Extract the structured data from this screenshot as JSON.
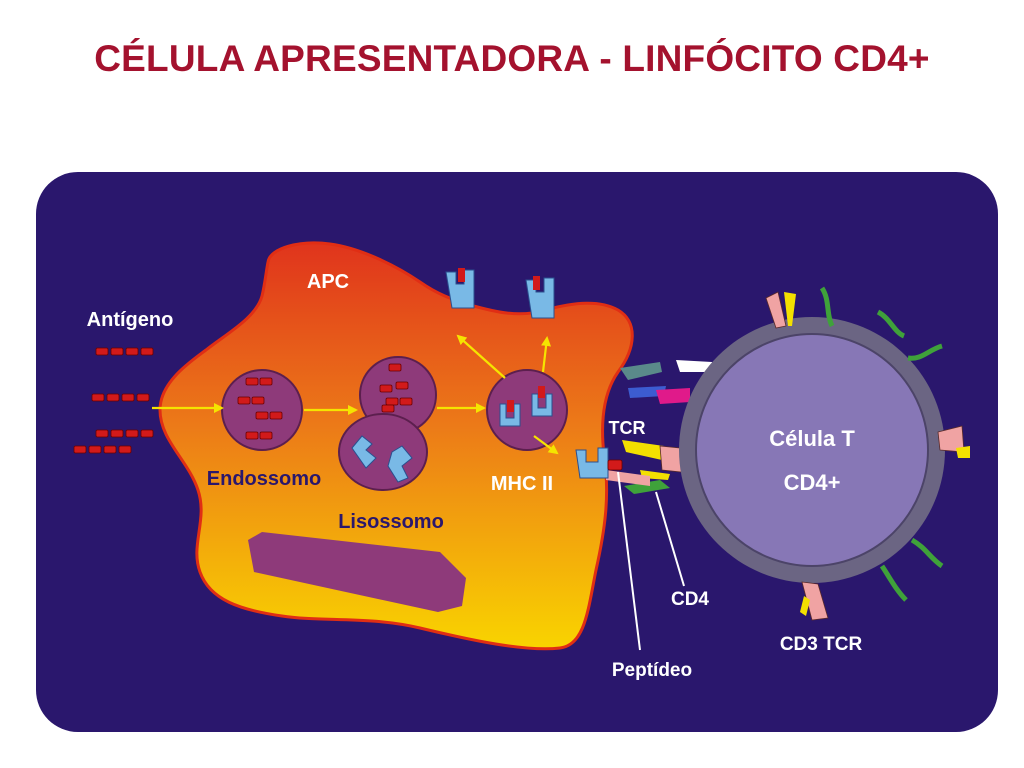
{
  "title": "CÉLULA APRESENTADORA - LINFÓCITO CD4+",
  "labels": {
    "apc": "APC",
    "antigen": "Antígeno",
    "endosome": "Endossomo",
    "lysosome": "Lisossomo",
    "mhc2": "MHC II",
    "tcr": "TCR",
    "t_cell_line1": "Célula T",
    "t_cell_line2": "CD4+",
    "cd4": "CD4",
    "cd3_tcr": "CD3 TCR",
    "peptide": "Peptídeo"
  },
  "colors": {
    "title": "#a4122e",
    "panel": "#2a176d",
    "apc_top": "#e03a1e",
    "apc_bottom": "#f8d000",
    "vesicle": "#8e3a7a",
    "antigen": "#d21a1a",
    "mhc": "#79b9e6",
    "t_cell": "#8777b6",
    "t_cell_ring": "#6b6583",
    "arrow": "#f5e400",
    "receptor_pink": "#f0a3a3",
    "receptor_green": "#3fa23a"
  }
}
